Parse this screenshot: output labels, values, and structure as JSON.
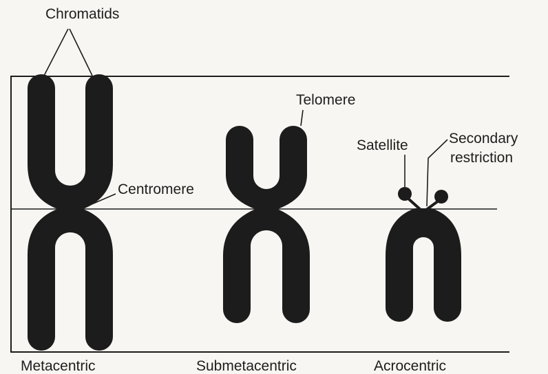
{
  "diagram": {
    "title": "",
    "labels": {
      "chromatids": "Chromatids",
      "telomere": "Telomere",
      "centromere": "Centromere",
      "satellite": "Satellite",
      "secondary_restriction_line1": "Secondary",
      "secondary_restriction_line2": "restriction"
    },
    "types": {
      "metacentric": "Metacentric",
      "submetacentric": "Submetacentric",
      "acrocentric": "Acrocentric"
    },
    "colors": {
      "background": "#f7f6f2",
      "ink": "#1c1c1c"
    }
  }
}
